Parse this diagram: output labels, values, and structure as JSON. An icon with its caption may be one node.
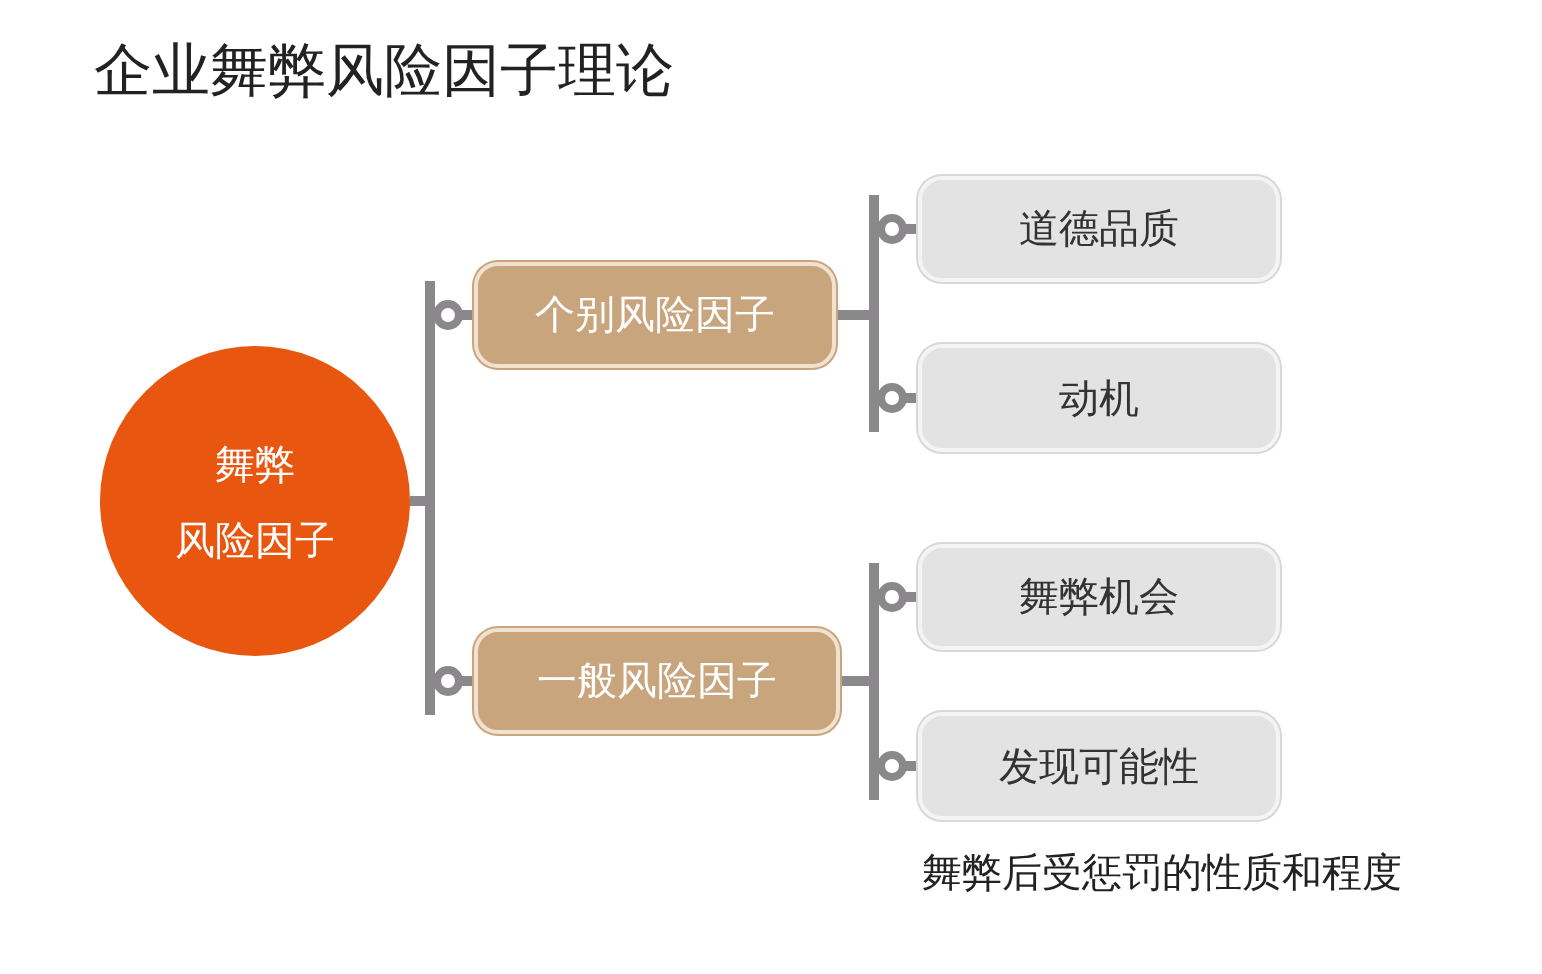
{
  "diagram": {
    "title": "企业舞弊风险因子理论",
    "nodes": [
      {
        "text": [
          "舞弊",
          "风险因子"
        ]
      },
      {
        "text": [
          "个别风险因子"
        ]
      },
      {
        "text": [
          "一般风险因子"
        ]
      },
      {
        "text": [
          "道德品质"
        ]
      },
      {
        "text": [
          "动机"
        ]
      },
      {
        "text": [
          "舞弊机会"
        ]
      },
      {
        "text": [
          "发现可能性"
        ],
        "beside": [
          "舞弊后受惩罚的性质和程度"
        ]
      }
    ],
    "edges": [
      {
        "from": 0,
        "to": 1,
        "arrow": "other"
      },
      {
        "from": 0,
        "to": 2,
        "arrow": "other"
      },
      {
        "from": 1,
        "to": 3,
        "arrow": "other"
      },
      {
        "from": 1,
        "to": 4,
        "arrow": "other"
      },
      {
        "from": 2,
        "to": 5,
        "arrow": "other"
      },
      {
        "from": 2,
        "to": 6,
        "arrow": "other"
      }
    ]
  }
}
